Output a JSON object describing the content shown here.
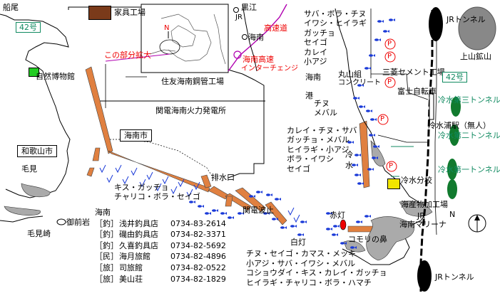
{
  "places": {
    "funao": "船尾",
    "route42_left": "42号",
    "kagu_factory": "家具工場",
    "kuroe": "黒江",
    "jr_small": "JR",
    "kainan_small": "海南",
    "expressway": "高速道",
    "kainan_ic_1": "海南高速",
    "kainan_ic_2": "インターチェンジ",
    "inset_enlarge": "この部分拡大",
    "inset_n": "N",
    "shizen_museum": "自然博物館",
    "sumitomo": "住友海南鋼管工場",
    "kanden": "関電海南火力発電所",
    "kainan_city": "海南市",
    "wakayama_city": "和歌山市",
    "kemi": "毛見",
    "kemizaki": "毛見崎",
    "gozaiwa": "御前岩",
    "haisuiguchi": "排水口",
    "kanden_namiyoke": "関電波止",
    "shirotou": "白灯",
    "akatou": "赤灯",
    "kainan_port_1": "海南",
    "kainan_port_2": "港",
    "maruyama_1": "丸山組",
    "maruyama_2": "コンクリート",
    "mitsubishi_cement": "三菱セメント工場",
    "fuji_bicycle": "富士自転車",
    "route42_right": "42号",
    "reisui_3": "冷水第三トンネル",
    "reisui_2": "冷水第二トンネル",
    "reisui_1": "冷水第一トンネル",
    "reisui_ura": "冷水浦駅（無人）",
    "reisui_school": "冷水分校",
    "kaisanbutsu": "海産物加工場",
    "jr_bottom": "JR",
    "kainan_marina": "海南マリーナ",
    "north_n": "N",
    "jr_tunnel_top": "JRトンネル",
    "jr_tunnel_bottom": "JRトンネル",
    "kamiyama_mine": "上山鉱山",
    "reisui_1char": "冷",
    "reisui_2char": "水",
    "komori_hana": "コモリの鼻",
    "parking": "P"
  },
  "fish": {
    "top_right": [
      "サバ・ボラ・チヌ",
      "イワシ・ヒイラギ",
      "ガッチョ",
      "セイゴ",
      "カレイ",
      "小アジ"
    ],
    "chinu_mebaru": [
      "チヌ",
      "メバル"
    ],
    "center_right": [
      "カレイ・チヌ・サバ",
      "ガッチョ・メバル",
      "ヒイラギ・小アジ",
      "ボラ・イワシ",
      "セイゴ"
    ],
    "kisu_line": [
      "キス・ガッチョ",
      "チャリコ・ボラ・セイゴ"
    ],
    "bottom": [
      "チヌ・セイゴ・カマス・メッキ",
      "小アジ・サバ・イワシ・メバル",
      "コショウダイ・キス・カレイ・ガッチョ",
      "ヒイラギ・チャリコ・ボラ・ハマチ"
    ]
  },
  "shops_header": "海南",
  "shops": [
    {
      "type": "［釣］",
      "name": "浅井釣具店",
      "tel": "0734-83-2614"
    },
    {
      "type": "［釣］",
      "name": "磯由釣具店",
      "tel": "0734-82-3371"
    },
    {
      "type": "［釣］",
      "name": "久喜釣具店",
      "tel": "0734-82-5692"
    },
    {
      "type": "［民］",
      "name": "海月旅館",
      "tel": "0734-82-4896"
    },
    {
      "type": "［旅］",
      "name": "司旅館",
      "tel": "0734-82-0522"
    },
    {
      "type": "［旅］",
      "name": "美山荘",
      "tel": "0734-82-1829"
    }
  ],
  "colors": {
    "route_badge": "#108a60",
    "pier_orange": "#e08040",
    "coast_gray": "#aaaaaa",
    "tunnel_green": "#117a2e",
    "museum_green": "#22cc22",
    "factory_brown": "#7a3a1a",
    "school_yellow": "#f2e600",
    "red_text": "#e00000",
    "purple_road": "#b000b0",
    "fish_blue": "#1a3ad8"
  },
  "icons": [
    "factory-brown-square",
    "museum-green-square",
    "school-yellow-square",
    "parking-circle",
    "north-arrow",
    "red-light-marker",
    "tunnel-ellipse"
  ]
}
